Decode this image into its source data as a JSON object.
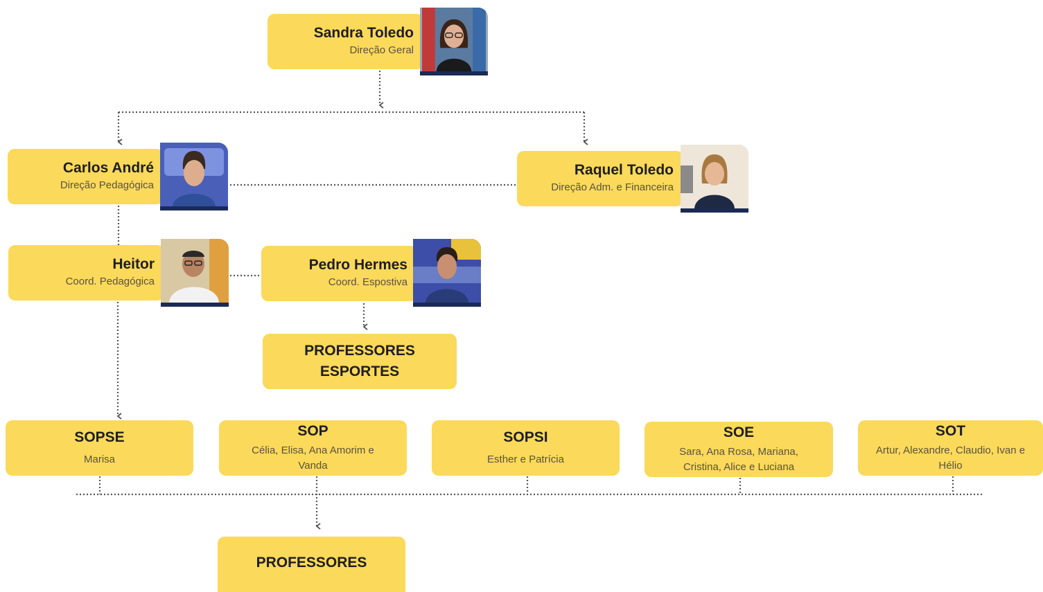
{
  "people": {
    "director": {
      "name": "Sandra Toledo",
      "role": "Direção Geral"
    },
    "pedagogical": {
      "name": "Carlos André",
      "role": "Direção Pedagógica"
    },
    "admin": {
      "name": "Raquel Toledo",
      "role": "Direção Adm. e Financeira"
    },
    "coord_ped": {
      "name": "Heitor",
      "role": "Coord. Pedagógica"
    },
    "coord_sport": {
      "name": "Pedro Hermes",
      "role": "Coord. Espostiva"
    }
  },
  "sports_teachers": {
    "line1": "PROFESSORES",
    "line2": "ESPORTES"
  },
  "units": [
    {
      "name": "SOPSE",
      "members": "Marisa"
    },
    {
      "name": "SOP",
      "members": "Célia, Elisa, Ana Amorim e Vanda"
    },
    {
      "name": "SOPSI",
      "members": "Esther e Patrícia"
    },
    {
      "name": "SOE",
      "members": "Sara, Ana Rosa, Mariana, Cristina, Alice e Luciana"
    },
    {
      "name": "SOT",
      "members": "Artur, Alexandre, Claudio, Ivan e  Hélio"
    }
  ],
  "teachers": {
    "label": "PROFESSORES"
  },
  "colors": {
    "box": "#fbd95a",
    "connector": "#555555",
    "photo_band": "#1b2a55"
  }
}
